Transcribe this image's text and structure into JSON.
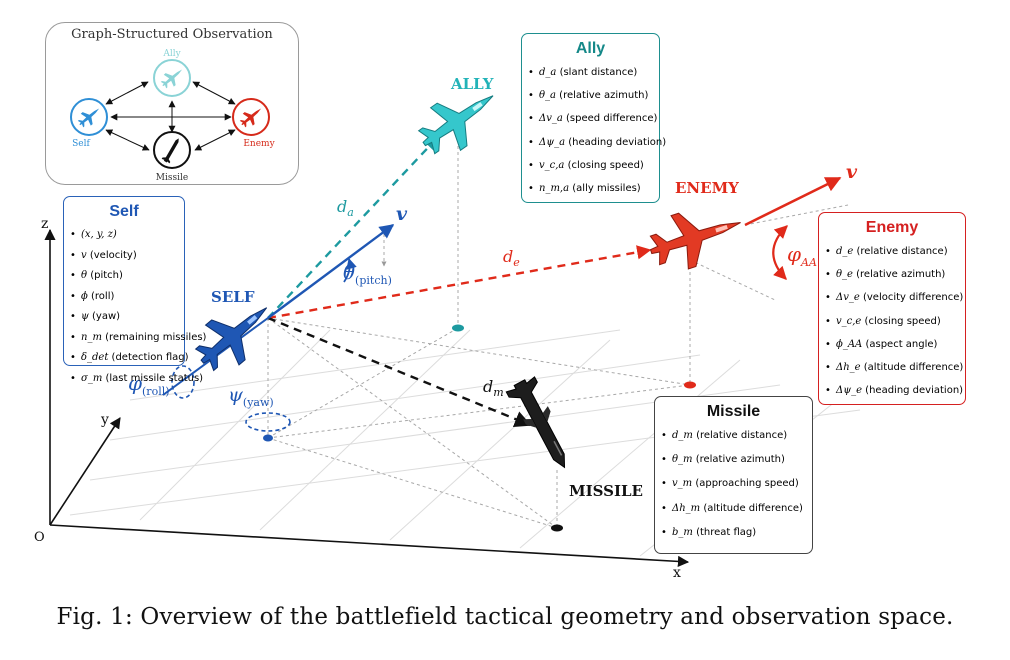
{
  "graph": {
    "title": "Graph-Structured Observation",
    "node_ally": "Ally",
    "node_self": "Self",
    "node_enemy": "Enemy",
    "node_missile": "Missile"
  },
  "scene": {
    "label_self": "SELF",
    "label_ally": "ALLY",
    "label_enemy": "ENEMY",
    "label_missile": "MISSILE",
    "axis_z": "z",
    "axis_y": "y",
    "axis_x": "x",
    "origin": "O",
    "d_a": "d",
    "d_a_sub": "a",
    "d_e": "d",
    "d_e_sub": "e",
    "d_m": "d",
    "d_m_sub": "m",
    "v_self": "v",
    "v_enemy": "v",
    "theta": "θ",
    "theta_sub": "(pitch)",
    "phi": "φ",
    "phi_sub": "(roll)",
    "psi": "ψ",
    "psi_sub": "(yaw)",
    "phi_aa": "φ",
    "phi_aa_sub": "AA"
  },
  "boxes": {
    "self": {
      "title": "Self",
      "items": [
        {
          "sym": "(x, y, z)",
          "desc": ""
        },
        {
          "sym": "v",
          "desc": "(velocity)"
        },
        {
          "sym": "θ",
          "desc": "(pitch)"
        },
        {
          "sym": "ϕ",
          "desc": "(roll)"
        },
        {
          "sym": "ψ",
          "desc": "(yaw)"
        },
        {
          "sym": "n_m",
          "desc": "(remaining missiles)"
        },
        {
          "sym": "δ_det",
          "desc": "(detection flag)"
        },
        {
          "sym": "σ_m",
          "desc": "(last missile status)"
        }
      ]
    },
    "ally": {
      "title": "Ally",
      "items": [
        {
          "sym": "d_a",
          "desc": "(slant distance)"
        },
        {
          "sym": "θ_a",
          "desc": "(relative azimuth)"
        },
        {
          "sym": "Δv_a",
          "desc": "(speed difference)"
        },
        {
          "sym": "Δψ_a",
          "desc": "(heading deviation)"
        },
        {
          "sym": "v_c,a",
          "desc": "(closing speed)"
        },
        {
          "sym": "n_m,a",
          "desc": "(ally missiles)"
        }
      ]
    },
    "enemy": {
      "title": "Enemy",
      "items": [
        {
          "sym": "d_e",
          "desc": "(relative distance)"
        },
        {
          "sym": "θ_e",
          "desc": "(relative azimuth)"
        },
        {
          "sym": "Δv_e",
          "desc": "(velocity difference)"
        },
        {
          "sym": "v_c,e",
          "desc": "(closing speed)"
        },
        {
          "sym": "ϕ_AA",
          "desc": "(aspect angle)"
        },
        {
          "sym": "Δh_e",
          "desc": "(altitude difference)"
        },
        {
          "sym": "Δψ_e",
          "desc": "(heading deviation)"
        }
      ]
    },
    "missile": {
      "title": "Missile",
      "items": [
        {
          "sym": "d_m",
          "desc": "(relative distance)"
        },
        {
          "sym": "θ_m",
          "desc": "(relative azimuth)"
        },
        {
          "sym": "v_m",
          "desc": "(approaching speed)"
        },
        {
          "sym": "Δh_m",
          "desc": "(altitude difference)"
        },
        {
          "sym": "b_m",
          "desc": "(threat flag)"
        }
      ]
    }
  },
  "caption": "Fig. 1: Overview of the battlefield tactical geometry and observation space.",
  "colors": {
    "self": "#1f57b4",
    "ally": "#22b3b8",
    "enemy": "#e02a1a",
    "missile": "#111111"
  }
}
